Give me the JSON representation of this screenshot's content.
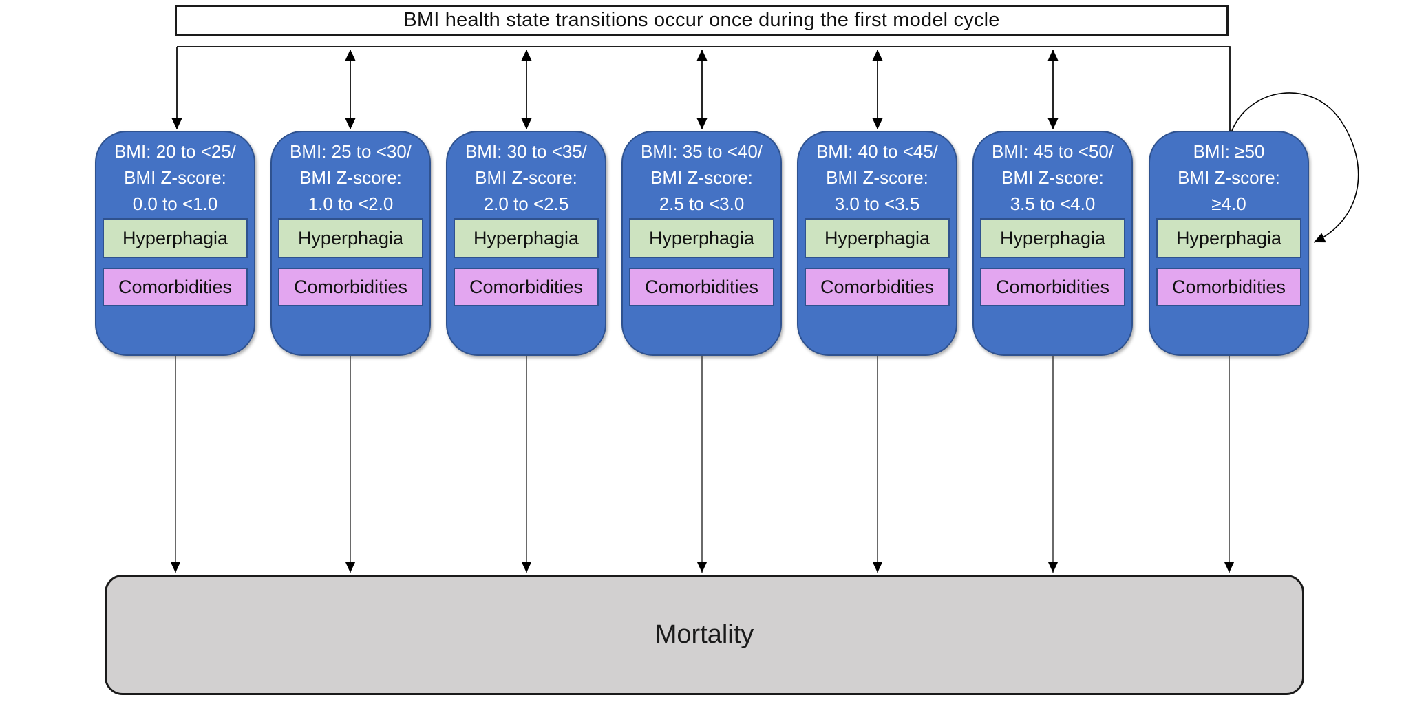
{
  "banner": {
    "text": "BMI health state transitions occur once during the first model cycle"
  },
  "states": [
    {
      "title_lines": [
        "BMI: 20 to <25/",
        "BMI Z-score:",
        "0.0 to <1.0"
      ],
      "sub_states": [
        "Hyperphagia",
        "Comorbidities"
      ]
    },
    {
      "title_lines": [
        "BMI: 25 to <30/",
        "BMI Z-score:",
        "1.0 to <2.0"
      ],
      "sub_states": [
        "Hyperphagia",
        "Comorbidities"
      ]
    },
    {
      "title_lines": [
        "BMI: 30 to <35/",
        "BMI Z-score:",
        "2.0 to <2.5"
      ],
      "sub_states": [
        "Hyperphagia",
        "Comorbidities"
      ]
    },
    {
      "title_lines": [
        "BMI: 35 to <40/",
        "BMI Z-score:",
        "2.5 to <3.0"
      ],
      "sub_states": [
        "Hyperphagia",
        "Comorbidities"
      ]
    },
    {
      "title_lines": [
        "BMI: 40 to <45/",
        "BMI Z-score:",
        "3.0 to <3.5"
      ],
      "sub_states": [
        "Hyperphagia",
        "Comorbidities"
      ]
    },
    {
      "title_lines": [
        "BMI: 45 to <50/",
        "BMI Z-score:",
        "3.5 to <4.0"
      ],
      "sub_states": [
        "Hyperphagia",
        "Comorbidities"
      ]
    },
    {
      "title_lines": [
        "BMI: ≥50",
        "BMI Z-score:",
        "≥4.0"
      ],
      "sub_states": [
        "Hyperphagia",
        "Comorbidities"
      ]
    }
  ],
  "mortality": {
    "label": "Mortality"
  },
  "colors": {
    "state_fill": "#4472c4",
    "state_border": "#2f528f",
    "state_text": "#ffffff",
    "hyperphagia_fill": "#cde3c0",
    "comorbidities_fill": "#e3a6f0",
    "mortality_fill": "#d2d0d0",
    "banner_fill": "#ffffff",
    "line_color": "#000000"
  }
}
